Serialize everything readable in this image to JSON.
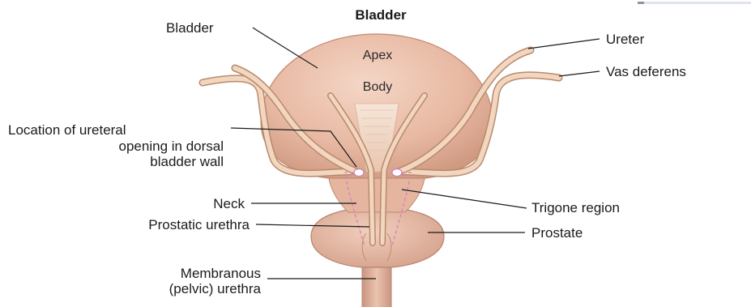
{
  "title": "Bladder",
  "labels": {
    "bladder": "Bladder",
    "apex": "Apex",
    "body": "Body",
    "ureter": "Ureter",
    "vas_deferens": "Vas deferens",
    "location_line1": "Location of ureteral",
    "location_line2": "opening in dorsal",
    "location_line3": "bladder wall",
    "neck": "Neck",
    "trigone": "Trigone region",
    "prostatic_urethra": "Prostatic urethra",
    "prostate": "Prostate",
    "membranous_line1": "Membranous",
    "membranous_line2": "(pelvic) urethra"
  },
  "colors": {
    "tissue": "#e7b8a2",
    "tissue_light": "#f1d1c0",
    "tissue_dark": "#c98f78",
    "duct": "#f2d6bf",
    "duct_edge": "#b88a6c",
    "trigone_dashes": "#d980c0",
    "text": "#1b1b1b"
  }
}
